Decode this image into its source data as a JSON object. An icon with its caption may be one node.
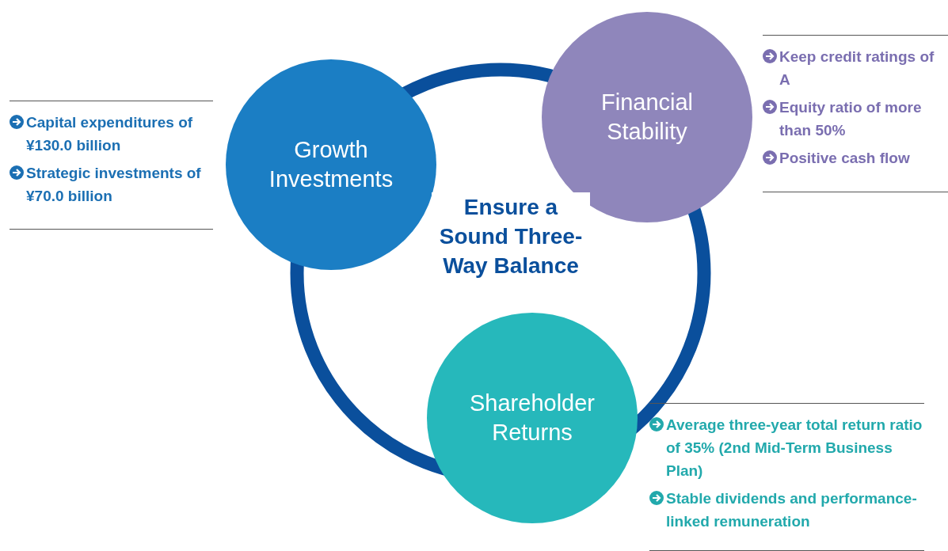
{
  "diagram": {
    "nodes": [
      {
        "text": [
          "Growth Investments"
        ],
        "beside": [
          "Capital expenditures of ¥130.0 billion",
          "Strategic investments of ¥70.0 billion"
        ]
      },
      {
        "text": [
          "Financial Stability"
        ],
        "beside": [
          "Keep credit ratings of A",
          "Equity ratio of more than 50%",
          "Positive cash flow"
        ]
      },
      {
        "text": [
          "Shareholder Returns"
        ],
        "beside": [
          "Average three-year total return ratio of 35% (2nd Mid-Term Business Plan)",
          "Stable dividends and performance-linked remuneration"
        ]
      }
    ],
    "edges": [],
    "labels": [
      "Ensure a Sound Three-Way Balance"
    ]
  }
}
